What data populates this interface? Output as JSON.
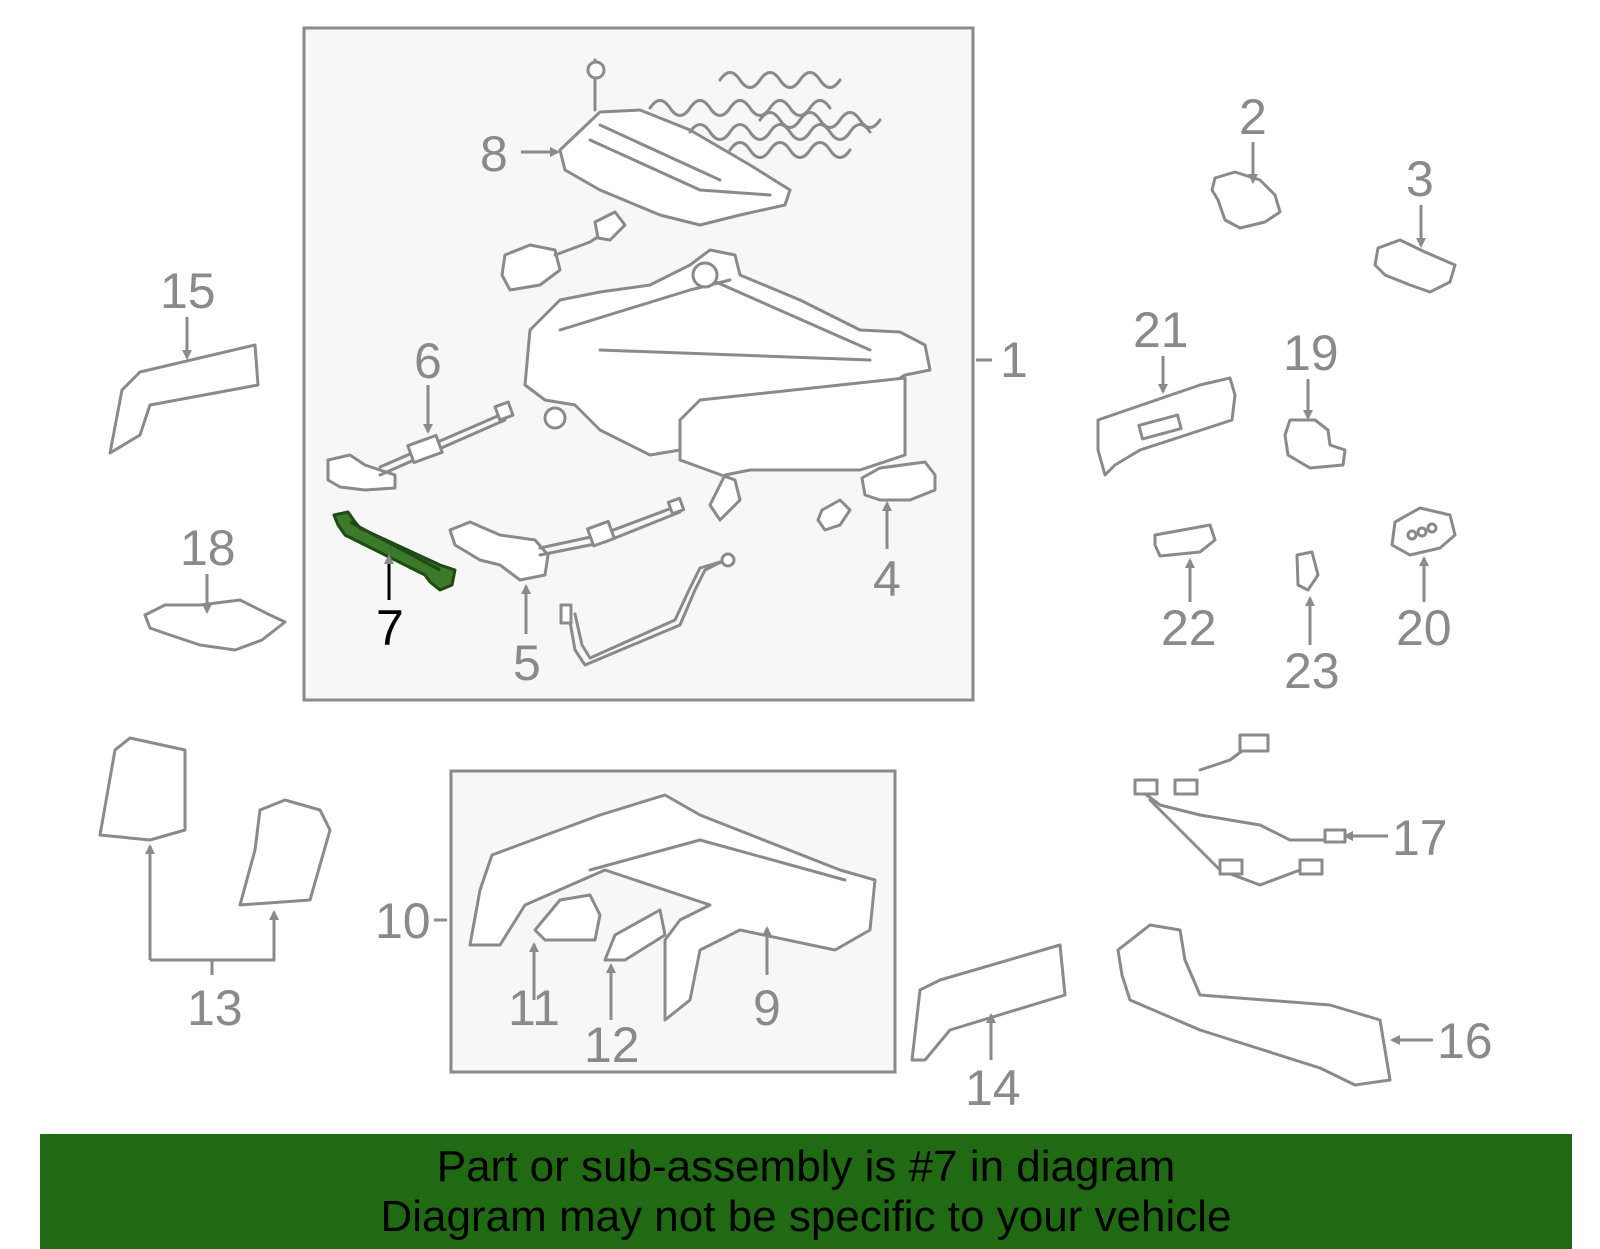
{
  "callouts": {
    "c1": "1",
    "c2": "2",
    "c3": "3",
    "c4": "4",
    "c5": "5",
    "c6": "6",
    "c7": "7",
    "c8": "8",
    "c9": "9",
    "c10": "10",
    "c11": "11",
    "c12": "12",
    "c13": "13",
    "c14": "14",
    "c15": "15",
    "c16": "16",
    "c17": "17",
    "c18": "18",
    "c19": "19",
    "c20": "20",
    "c21": "21",
    "c22": "22",
    "c23": "23"
  },
  "highlighted_part": "7",
  "colors": {
    "highlight": "#3a7a2a",
    "banner": "#1f6a12",
    "line": "#8a8a8a",
    "box_fill": "#f7f7f7"
  },
  "banner": {
    "line1": "Part or sub-assembly is #7 in diagram",
    "line2": "Diagram may not be specific to your vehicle"
  }
}
